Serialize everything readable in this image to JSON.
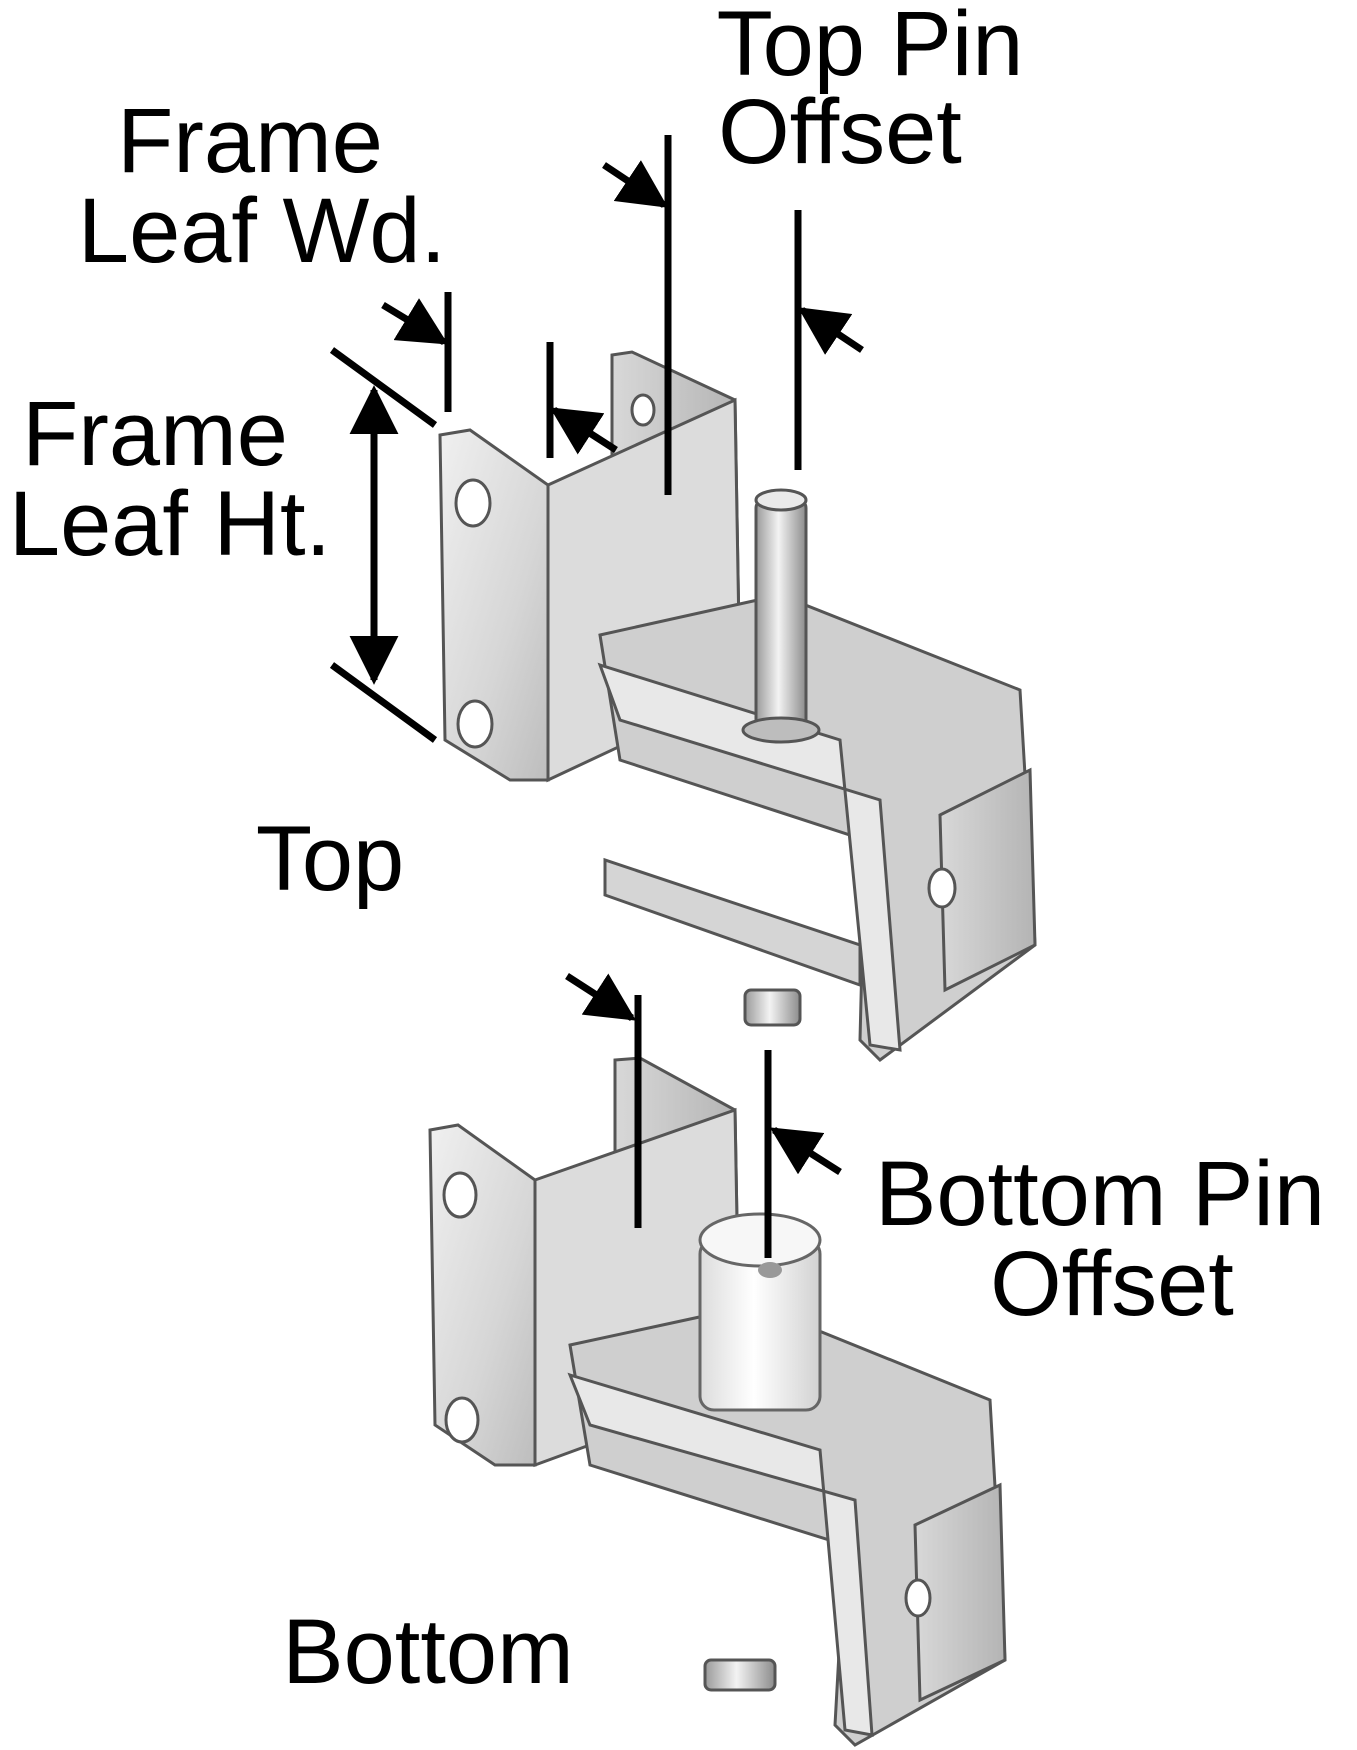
{
  "labels": {
    "top_pin_offset": [
      "Top Pin",
      "Offset"
    ],
    "frame_leaf_wd": [
      "Frame",
      "Leaf Wd."
    ],
    "frame_leaf_ht": [
      "Frame",
      "Leaf Ht."
    ],
    "bottom_pin_offset": [
      "Bottom Pin",
      "Offset"
    ],
    "top": "Top",
    "bottom": "Bottom"
  },
  "colors": {
    "line": "#000000",
    "metal_light": "#e4e4e4",
    "metal_mid": "#c9c9c9",
    "metal_dark": "#a9a9a9",
    "nylon": "#f2f2f2",
    "background": "#ffffff"
  }
}
